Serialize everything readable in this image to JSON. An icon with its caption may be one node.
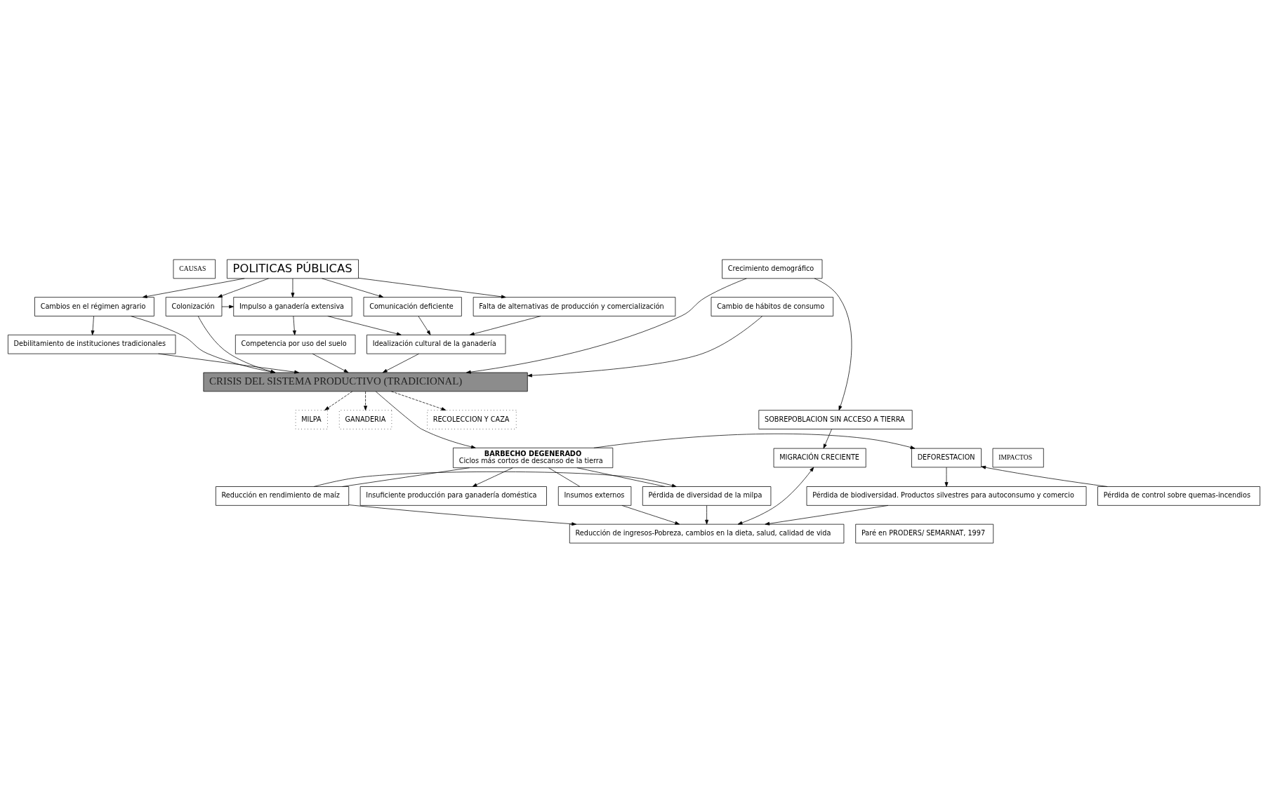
{
  "diagram": {
    "nodes": [
      {
        "text": [
          "CAUSAS"
        ]
      },
      {
        "text": [
          "POLITICAS PÚBLICAS"
        ]
      },
      {
        "text": [
          "Cambios en el régimen agrario"
        ]
      },
      {
        "text": [
          "Colonización"
        ]
      },
      {
        "text": [
          "Impulso a ganadería extensiva"
        ]
      },
      {
        "text": [
          "Comunicación deficiente"
        ]
      },
      {
        "text": [
          "Falta de alternativas de producción y comercialización"
        ]
      },
      {
        "text": [
          "Crecimiento demográfico"
        ]
      },
      {
        "text": [
          "Cambio de hábitos de consumo"
        ]
      },
      {
        "text": [
          "Competencia por uso del suelo"
        ]
      },
      {
        "text": [
          "Idealización cultural de la ganadería"
        ]
      },
      {
        "text": [
          "Debilitamiento de instituciones tradicionales"
        ]
      },
      {
        "text": [
          "CRISIS DEL SISTEMA PRODUCTIVO (TRADICIONAL)"
        ]
      },
      {
        "text": [
          "SOBREPOBLACION SIN ACCESO A TIERRA"
        ]
      },
      {
        "text": [
          "RECOLECCION Y CAZA"
        ]
      },
      {
        "text": [
          "MILPA"
        ]
      },
      {
        "text": [
          "GANADERIA"
        ]
      },
      {
        "text": [
          "DEFORESTACION"
        ]
      },
      {
        "text": [
          "BARBECHO DEGENERADO",
          "Ciclos más cortos de descanso de la tierra"
        ]
      },
      {
        "text": [
          "IMPACTOS"
        ]
      },
      {
        "text": [
          "MIGRACIÓN CRECIENTE"
        ]
      },
      {
        "text": [
          "Insuficiente producción para ganadería doméstica"
        ]
      },
      {
        "text": [
          "Pérdida de biodiversidad. Productos silvestres para autoconsumo y comercio"
        ]
      },
      {
        "text": [
          "Pérdida de control sobre quemas-incendios"
        ]
      },
      {
        "text": [
          "Pérdida de diversidad de la milpa"
        ]
      },
      {
        "text": [
          "Reducción en rendimiento de maíz"
        ]
      },
      {
        "text": [
          "Insumos externos"
        ]
      },
      {
        "text": [
          "Reducción de ingresos-Pobreza, cambios en la dieta, salud, calidad de vida"
        ]
      },
      {
        "text": [
          "Paré en PRODERS/ SEMARNAT, 1997"
        ]
      }
    ],
    "edges": [
      {
        "from": 1,
        "to": 2,
        "arrow": "to"
      },
      {
        "from": 1,
        "to": 3,
        "arrow": "to"
      },
      {
        "from": 1,
        "to": 4,
        "arrow": "to"
      },
      {
        "from": 1,
        "to": 5,
        "arrow": "to"
      },
      {
        "from": 1,
        "to": 6,
        "arrow": "to"
      },
      {
        "from": 3,
        "to": 4,
        "arrow": "to"
      },
      {
        "from": 2,
        "to": 11,
        "arrow": "to"
      },
      {
        "from": 2,
        "to": 12,
        "arrow": "to"
      },
      {
        "from": 3,
        "to": 12,
        "arrow": "to"
      },
      {
        "from": 4,
        "to": 9,
        "arrow": "to"
      },
      {
        "from": 4,
        "to": 10,
        "arrow": "to"
      },
      {
        "from": 5,
        "to": 10,
        "arrow": "to"
      },
      {
        "from": 6,
        "to": 10,
        "arrow": "to"
      },
      {
        "from": 9,
        "to": 12,
        "arrow": "to"
      },
      {
        "from": 10,
        "to": 12,
        "arrow": "to"
      },
      {
        "from": 11,
        "to": 12,
        "arrow": "to"
      },
      {
        "from": 8,
        "to": 12,
        "arrow": "to"
      },
      {
        "from": 7,
        "to": 12,
        "arrow": "to"
      },
      {
        "from": 7,
        "to": 13,
        "arrow": "to"
      },
      {
        "from": 12,
        "to": 14,
        "arrow": "to",
        "style": "dashed"
      },
      {
        "from": 12,
        "to": 15,
        "arrow": "to",
        "style": "dashed"
      },
      {
        "from": 12,
        "to": 16,
        "arrow": "to",
        "style": "dashed"
      },
      {
        "from": 12,
        "to": 18,
        "arrow": "to"
      },
      {
        "from": 13,
        "to": 20,
        "arrow": "to"
      },
      {
        "from": 18,
        "to": 17,
        "arrow": "to"
      },
      {
        "from": 17,
        "to": 22,
        "arrow": "to"
      },
      {
        "from": 23,
        "to": 17,
        "arrow": "to"
      },
      {
        "from": 18,
        "to": 21,
        "arrow": "to"
      },
      {
        "from": 18,
        "to": 24,
        "arrow": "none"
      },
      {
        "from": 18,
        "to": 25,
        "arrow": "none"
      },
      {
        "from": 18,
        "to": 26,
        "arrow": "none"
      },
      {
        "from": 25,
        "to": 24,
        "arrow": "to"
      },
      {
        "from": 22,
        "to": 27,
        "arrow": "to"
      },
      {
        "from": 24,
        "to": 27,
        "arrow": "to"
      },
      {
        "from": 25,
        "to": 27,
        "arrow": "to"
      },
      {
        "from": 26,
        "to": 27,
        "arrow": "to"
      },
      {
        "from": 20,
        "to": 27,
        "arrow": "both"
      }
    ]
  }
}
